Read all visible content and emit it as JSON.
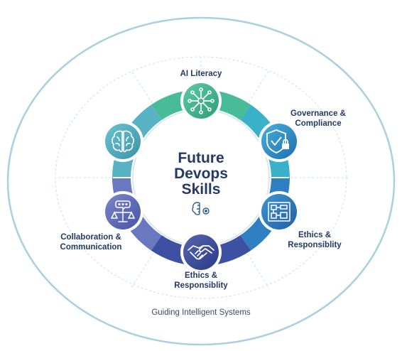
{
  "center": {
    "line1": "Future",
    "line2": "Devops",
    "line3": "Skills",
    "icon": "brain-gear-icon"
  },
  "nodes": [
    {
      "label_lines": [
        "AI Literacy"
      ],
      "icon": "neural-network-icon",
      "color": "#3fb48a"
    },
    {
      "label_lines": [
        "Governance &",
        "Compliance"
      ],
      "icon": "shield-lock-icon",
      "color": "#2a8fc4"
    },
    {
      "label_lines": [
        "Ethics &",
        "Responsiblity"
      ],
      "icon": "blueprint-diagram-icon",
      "color": "#2e78bd"
    },
    {
      "label_lines": [
        "Ethics &",
        "Responsiblity"
      ],
      "icon": "handshake-icon",
      "color": "#3c4f9c"
    },
    {
      "label_lines": [
        "Collaboration &",
        "Communication"
      ],
      "icon": "scales-chat-icon",
      "color": "#5a68b5"
    },
    {
      "label_lines": [],
      "icon": "brain-icon",
      "color": "#4aa7b8"
    }
  ],
  "footer": "Guiding Intelligent Systems",
  "colors": {
    "outer_ring": "#a9cfe0",
    "text": "#243a63"
  }
}
